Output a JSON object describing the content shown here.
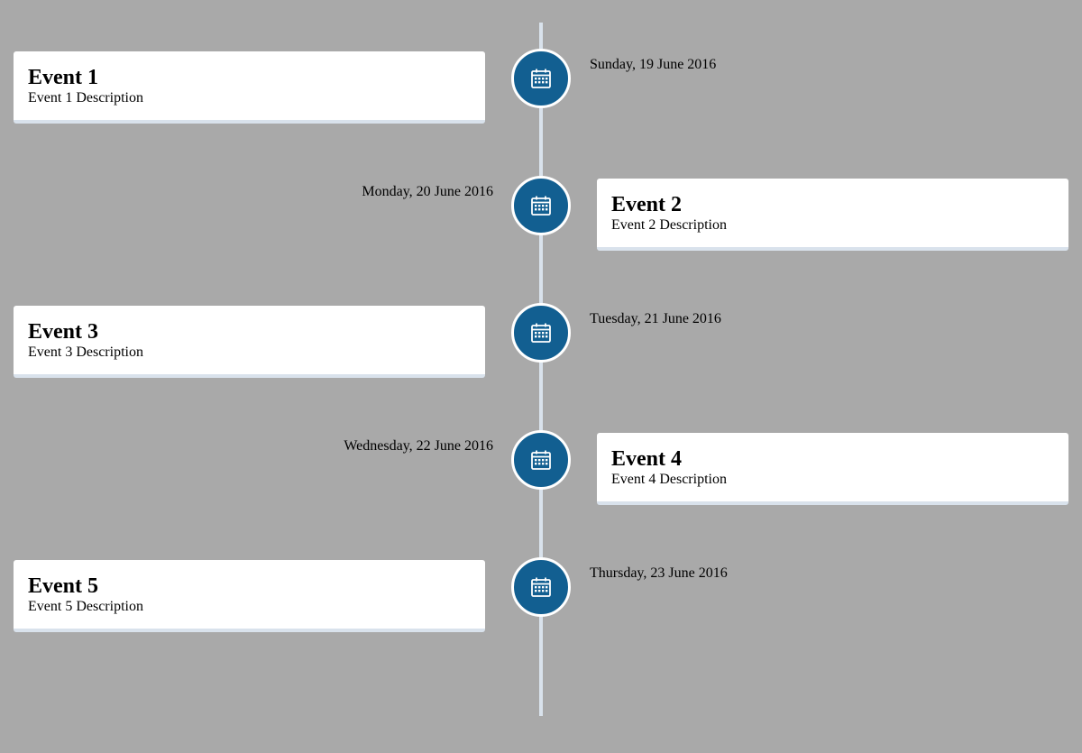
{
  "timeline": {
    "accent_color": "#125f91",
    "line_color": "#d9e2ec",
    "background_color": "#a9a9a9",
    "events": [
      {
        "title": "Event 1",
        "description": "Event 1 Description",
        "date": "Sunday, 19 June 2016",
        "side": "left",
        "icon": "calendar-icon"
      },
      {
        "title": "Event 2",
        "description": "Event 2 Description",
        "date": "Monday, 20 June 2016",
        "side": "right",
        "icon": "calendar-icon"
      },
      {
        "title": "Event 3",
        "description": "Event 3 Description",
        "date": "Tuesday, 21 June 2016",
        "side": "left",
        "icon": "calendar-icon"
      },
      {
        "title": "Event 4",
        "description": "Event 4 Description",
        "date": "Wednesday, 22 June 2016",
        "side": "right",
        "icon": "calendar-icon"
      },
      {
        "title": "Event 5",
        "description": "Event 5 Description",
        "date": "Thursday, 23 June 2016",
        "side": "left",
        "icon": "calendar-icon"
      }
    ]
  }
}
